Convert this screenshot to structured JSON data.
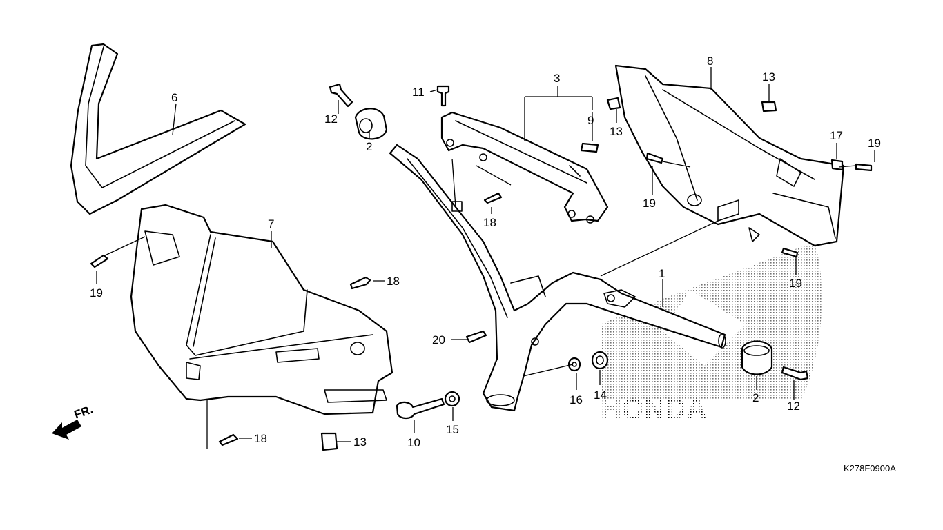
{
  "diagram": {
    "code": "K278F0900A",
    "direction_label": "FR.",
    "brand_watermark": "HONDA",
    "callouts": {
      "p1": "1",
      "p2a": "2",
      "p2b": "2",
      "p3": "3",
      "p6": "6",
      "p7": "7",
      "p8": "8",
      "p9": "9",
      "p10": "10",
      "p11": "11",
      "p12a": "12",
      "p12b": "12",
      "p13a": "13",
      "p13b": "13",
      "p13c": "13",
      "p14": "14",
      "p15": "15",
      "p16": "16",
      "p17": "17",
      "p18a": "18",
      "p18b": "18",
      "p18c": "18",
      "p19a": "19",
      "p19b": "19",
      "p19c": "19",
      "p19d": "19",
      "p20": "20"
    }
  }
}
